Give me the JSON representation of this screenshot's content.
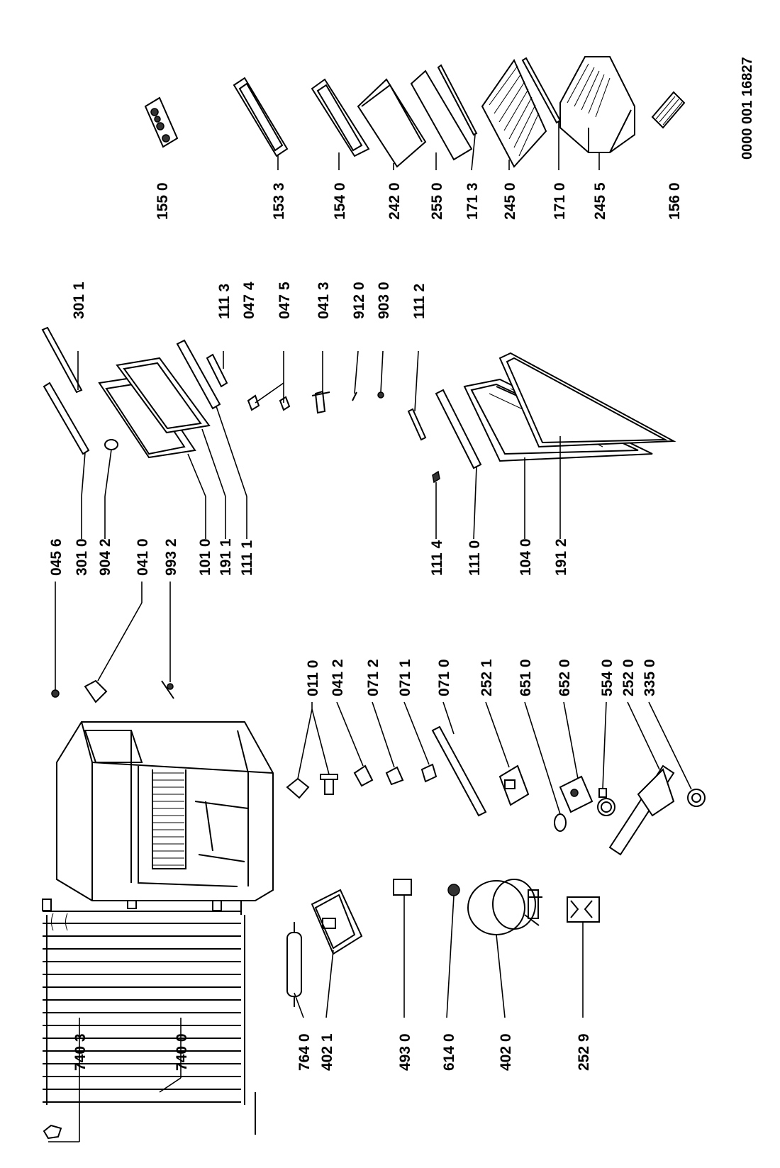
{
  "document": {
    "drawing_number": "0000 001 16827"
  },
  "labels": {
    "l7403": "740 3",
    "l7400": "740 0",
    "l7640": "764 0",
    "l4021": "402 1",
    "l4930": "493 0",
    "l6140": "614 0",
    "l4020": "402 0",
    "l2529": "252 9",
    "l0110": "011 0",
    "l0412": "041 2",
    "l0712": "071 2",
    "l0711": "071 1",
    "l0710": "071 0",
    "l2521": "252 1",
    "l6510": "651 0",
    "l6520": "652 0",
    "l5540": "554 0",
    "l2520": "252 0",
    "l3350": "335 0",
    "l0456": "045 6",
    "l3010": "301 0",
    "l9042": "904 2",
    "l0410": "041 0",
    "l9932": "993 2",
    "l1010": "101 0",
    "l1911": "191 1",
    "l1111": "111 1",
    "l1114": "111 4",
    "l1110": "111 0",
    "l1040": "104 0",
    "l1912": "191 2",
    "l3011": "301 1",
    "l1113": "111 3",
    "l0474": "047 4",
    "l0475": "047 5",
    "l0413": "041 3",
    "l9120": "912 0",
    "l9030": "903 0",
    "l1112": "111 2",
    "l1550": "155 0",
    "l1533": "153 3",
    "l1540": "154 0",
    "l2420": "242 0",
    "l2550": "255 0",
    "l1713": "171 3",
    "l2450": "245 0",
    "l1710": "171 0",
    "l2455": "245 5",
    "l1560": "156 0"
  }
}
